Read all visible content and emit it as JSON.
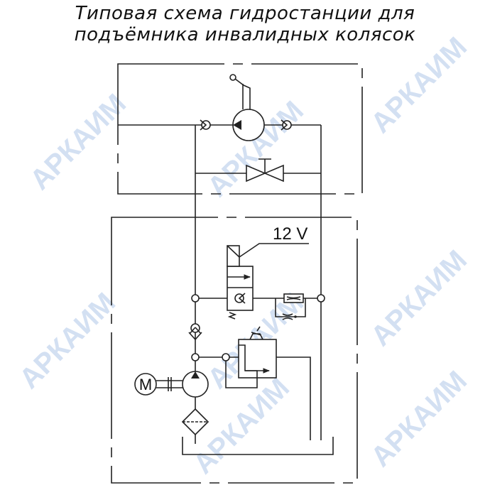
{
  "title": {
    "line1": "Типовая схема гидростанции для",
    "line2": "подъёмника инвалидных колясок"
  },
  "diagram": {
    "voltage_label": "12 V",
    "motor_label": "M"
  },
  "watermark": "АРКАИМ"
}
